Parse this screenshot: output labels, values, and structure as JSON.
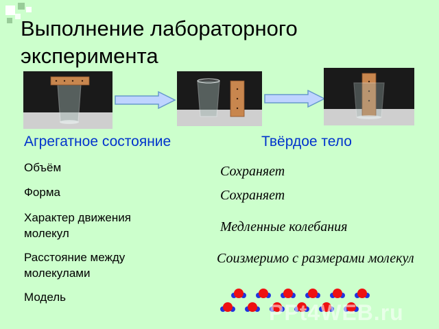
{
  "slide": {
    "title": "Выполнение лабораторного эксперимента",
    "column_header_left": "Агрегатное состояние",
    "column_header_right": "Твёрдое тело",
    "rows": [
      {
        "label": "Объём",
        "value": "Сохраняет"
      },
      {
        "label": "Форма",
        "value": "Сохраняет"
      },
      {
        "label": "Характер движения молекул",
        "value": "Медленные колебания"
      },
      {
        "label": "Расстояние между молекулами",
        "value": "Соизмеримо с размерами молекул"
      },
      {
        "label": "Модель",
        "value": ""
      }
    ],
    "watermark": "PPt4WEB.ru"
  },
  "colors": {
    "background": "#ccffcc",
    "header_text": "#0033cc",
    "arrow_fill": "#bfd4ff",
    "arrow_stroke": "#6699cc",
    "molecule_red": "#ee1111",
    "molecule_blue": "#2233dd"
  },
  "icons": [
    "arrow-right-icon",
    "molecule-model-icon"
  ]
}
